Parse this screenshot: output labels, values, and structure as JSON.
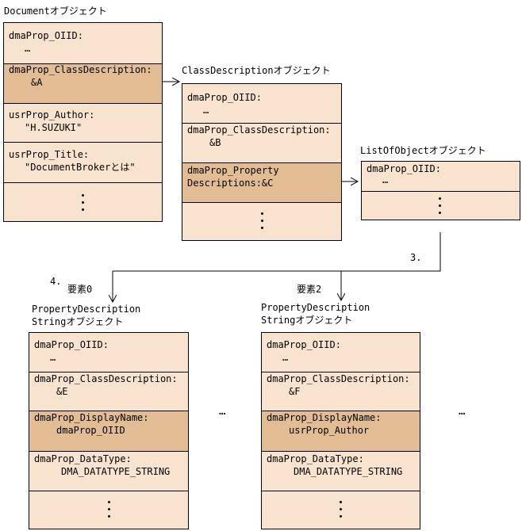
{
  "doc": {
    "title": "Documentオブジェクト",
    "rows": [
      {
        "name": "dmaProp_OIID:",
        "value": "…"
      },
      {
        "name": "dmaProp_ClassDescription:",
        "value": "&A"
      },
      {
        "name": "usrProp_Author:",
        "value": "\"H.SUZUKI\""
      },
      {
        "name": "usrProp_Title:",
        "value": "\"DocumentBrokerとは\""
      }
    ]
  },
  "classdesc": {
    "title": "ClassDescriptionオブジェクト",
    "rows": [
      {
        "name": "dmaProp_OIID:",
        "value": "…"
      },
      {
        "name": "dmaProp_ClassDescription:",
        "value": "&B"
      },
      {
        "name": "dmaProp_Property",
        "value": "Descriptions:&C"
      }
    ]
  },
  "listobj": {
    "title": "ListOfObjectオブジェクト",
    "rows": [
      {
        "name": "dmaProp_OIID:",
        "value": "…"
      }
    ]
  },
  "steps": {
    "step3": "3.",
    "step4": "4."
  },
  "pd0": {
    "element": "要素0",
    "title1": "PropertyDescription",
    "title2": "Stringオブジェクト",
    "rows": [
      {
        "name": "dmaProp_OIID:",
        "value": "…"
      },
      {
        "name": "dmaProp_ClassDescription:",
        "value": "&E"
      },
      {
        "name": "dmaProp_DisplayName:",
        "value": "dmaProp_OIID"
      },
      {
        "name": "dmaProp_DataType:",
        "value": "DMA_DATATYPE_STRING"
      }
    ]
  },
  "pd2": {
    "element": "要素2",
    "title1": "PropertyDescription",
    "title2": "Stringオブジェクト",
    "rows": [
      {
        "name": "dmaProp_OIID:",
        "value": "…"
      },
      {
        "name": "dmaProp_ClassDescription:",
        "value": "&F"
      },
      {
        "name": "dmaProp_DisplayName:",
        "value": "usrProp_Author"
      },
      {
        "name": "dmaProp_DataType:",
        "value": "DMA_DATATYPE_STRING"
      }
    ]
  },
  "ellipsis": "…"
}
